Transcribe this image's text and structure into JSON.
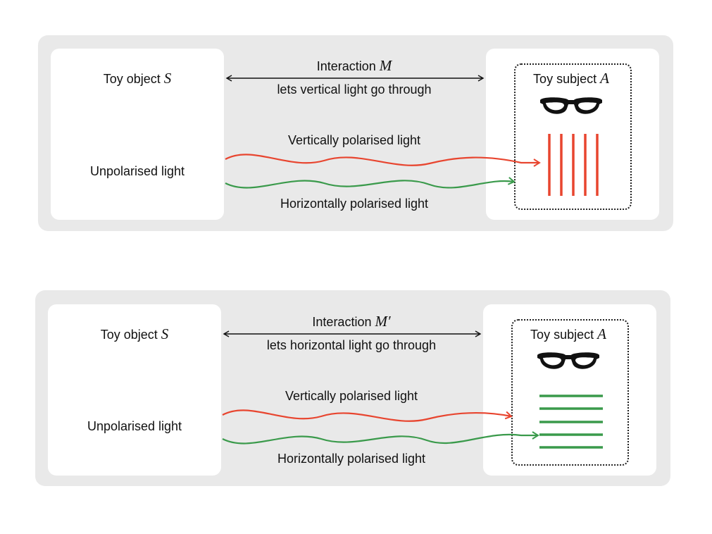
{
  "panels": [
    {
      "object_label": "Toy object",
      "object_symbol": "S",
      "source_label": "Unpolarised light",
      "interaction_label": "Interaction",
      "interaction_symbol": "M",
      "interaction_desc": "lets vertical light go through",
      "subject_label": "Toy subject",
      "subject_symbol": "A",
      "vertical_label": "Vertically polarised light",
      "horizontal_label": "Horizontally polarised light",
      "passed_polarisation": "vertical"
    },
    {
      "object_label": "Toy object",
      "object_symbol": "S",
      "source_label": "Unpolarised light",
      "interaction_label": "Interaction",
      "interaction_symbol": "M′",
      "interaction_desc": "lets horizontal light go through",
      "subject_label": "Toy subject",
      "subject_symbol": "A",
      "vertical_label": "Vertically polarised light",
      "horizontal_label": "Horizontally polarised light",
      "passed_polarisation": "horizontal"
    }
  ],
  "colors": {
    "vertical_light": "#e8452f",
    "horizontal_light": "#3a9a4b",
    "panel_bg": "#e9e9e9"
  },
  "icons": [
    "glasses-icon",
    "double-arrow-icon"
  ]
}
